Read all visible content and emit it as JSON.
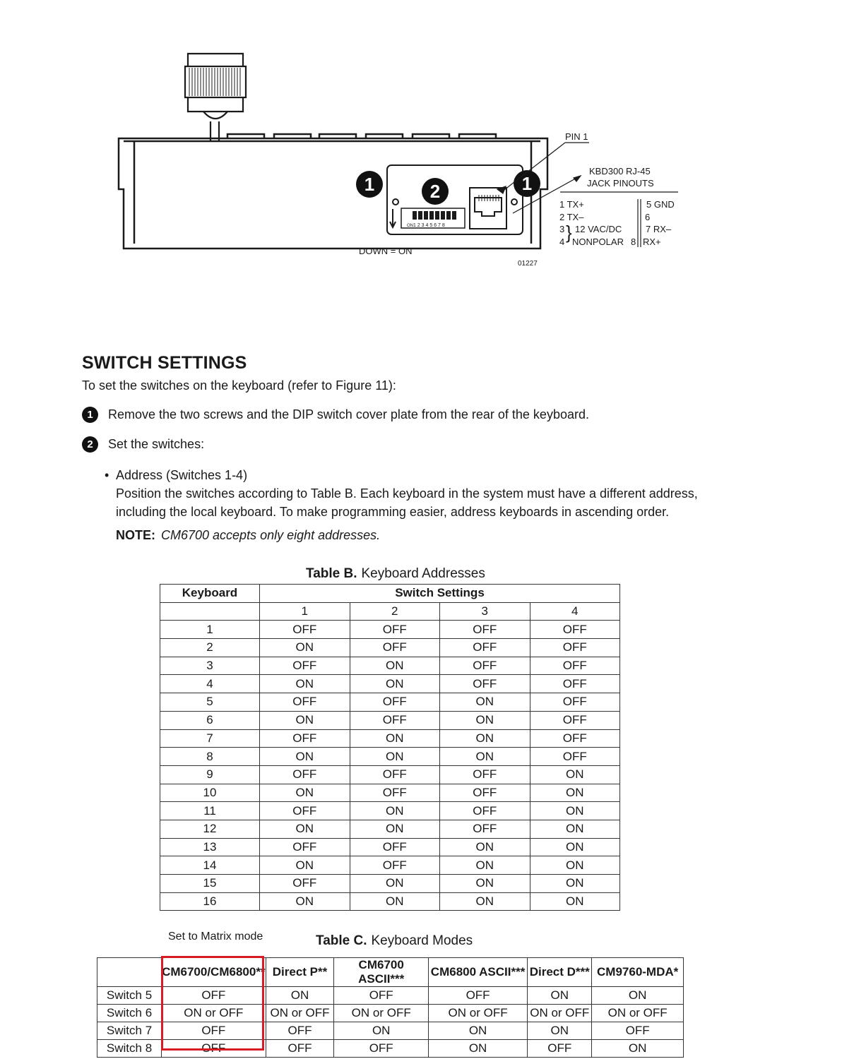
{
  "figure": {
    "callouts": [
      "1",
      "2",
      "1"
    ],
    "pin1_label": "PIN 1",
    "jack_title": [
      "KBD300 RJ-45",
      "JACK PINOUTS"
    ],
    "pinouts_left": [
      "1   TX+",
      "2   TX–",
      "3",
      "4",
      "12 VAC/DC",
      "NONPOLAR"
    ],
    "pinouts_right": [
      "5   GND",
      "6",
      "7   RX–",
      "8",
      "RX+"
    ],
    "dip_numbers": "1 2 3 4 5 6 7 8",
    "dip_on_label": "ON",
    "down_on_label": "DOWN = ON",
    "figure_number": "01227"
  },
  "section": {
    "title": "SWITCH SETTINGS",
    "intro": "To set the switches on the keyboard (refer to Figure 11):",
    "steps": [
      {
        "num": "1",
        "text": "Remove the two screws and the DIP switch cover plate from the rear of the keyboard."
      },
      {
        "num": "2",
        "text": "Set the switches:"
      }
    ],
    "bullet_title": "Address (Switches 1-4)",
    "bullet_line1": "Position the switches according to Table B. Each keyboard in the system must have a different address,",
    "bullet_line2": "including the local keyboard. To make programming easier, address keyboards in ascending order.",
    "note_label": "NOTE:",
    "note_text": "CM6700 accepts only eight addresses."
  },
  "table_b": {
    "caption_label": "Table B.",
    "caption_text": "Keyboard Addresses",
    "header_keyboard": "Keyboard",
    "header_group": "Switch Settings",
    "switch_numbers": [
      "1",
      "2",
      "3",
      "4"
    ],
    "rows": [
      [
        "1",
        "OFF",
        "OFF",
        "OFF",
        "OFF"
      ],
      [
        "2",
        "ON",
        "OFF",
        "OFF",
        "OFF"
      ],
      [
        "3",
        "OFF",
        "ON",
        "OFF",
        "OFF"
      ],
      [
        "4",
        "ON",
        "ON",
        "OFF",
        "OFF"
      ],
      [
        "5",
        "OFF",
        "OFF",
        "ON",
        "OFF"
      ],
      [
        "6",
        "ON",
        "OFF",
        "ON",
        "OFF"
      ],
      [
        "7",
        "OFF",
        "ON",
        "ON",
        "OFF"
      ],
      [
        "8",
        "ON",
        "ON",
        "ON",
        "OFF"
      ],
      [
        "9",
        "OFF",
        "OFF",
        "OFF",
        "ON"
      ],
      [
        "10",
        "ON",
        "OFF",
        "OFF",
        "ON"
      ],
      [
        "11",
        "OFF",
        "ON",
        "OFF",
        "ON"
      ],
      [
        "12",
        "ON",
        "ON",
        "OFF",
        "ON"
      ],
      [
        "13",
        "OFF",
        "OFF",
        "ON",
        "ON"
      ],
      [
        "14",
        "ON",
        "OFF",
        "ON",
        "ON"
      ],
      [
        "15",
        "OFF",
        "ON",
        "ON",
        "ON"
      ],
      [
        "16",
        "ON",
        "ON",
        "ON",
        "ON"
      ]
    ]
  },
  "table_c": {
    "annotation": "Set to Matrix mode",
    "caption_label": "Table C.",
    "caption_text": "Keyboard Modes",
    "headers": [
      "",
      "CM6700/CM6800**",
      "Direct P**",
      "CM6700 ASCII***",
      "CM6800 ASCII***",
      "Direct D***",
      "CM9760-MDA*"
    ],
    "rows": [
      [
        "Switch 5",
        "OFF",
        "ON",
        "OFF",
        "OFF",
        "ON",
        "ON"
      ],
      [
        "Switch 6",
        "ON or OFF",
        "ON or OFF",
        "ON or OFF",
        "ON or OFF",
        "ON or OFF",
        "ON or OFF"
      ],
      [
        "Switch 7",
        "OFF",
        "OFF",
        "ON",
        "ON",
        "ON",
        "OFF"
      ],
      [
        "Switch 8",
        "OFF",
        "OFF",
        "OFF",
        "ON",
        "OFF",
        "ON"
      ]
    ],
    "highlight_color": "#d81b24"
  }
}
